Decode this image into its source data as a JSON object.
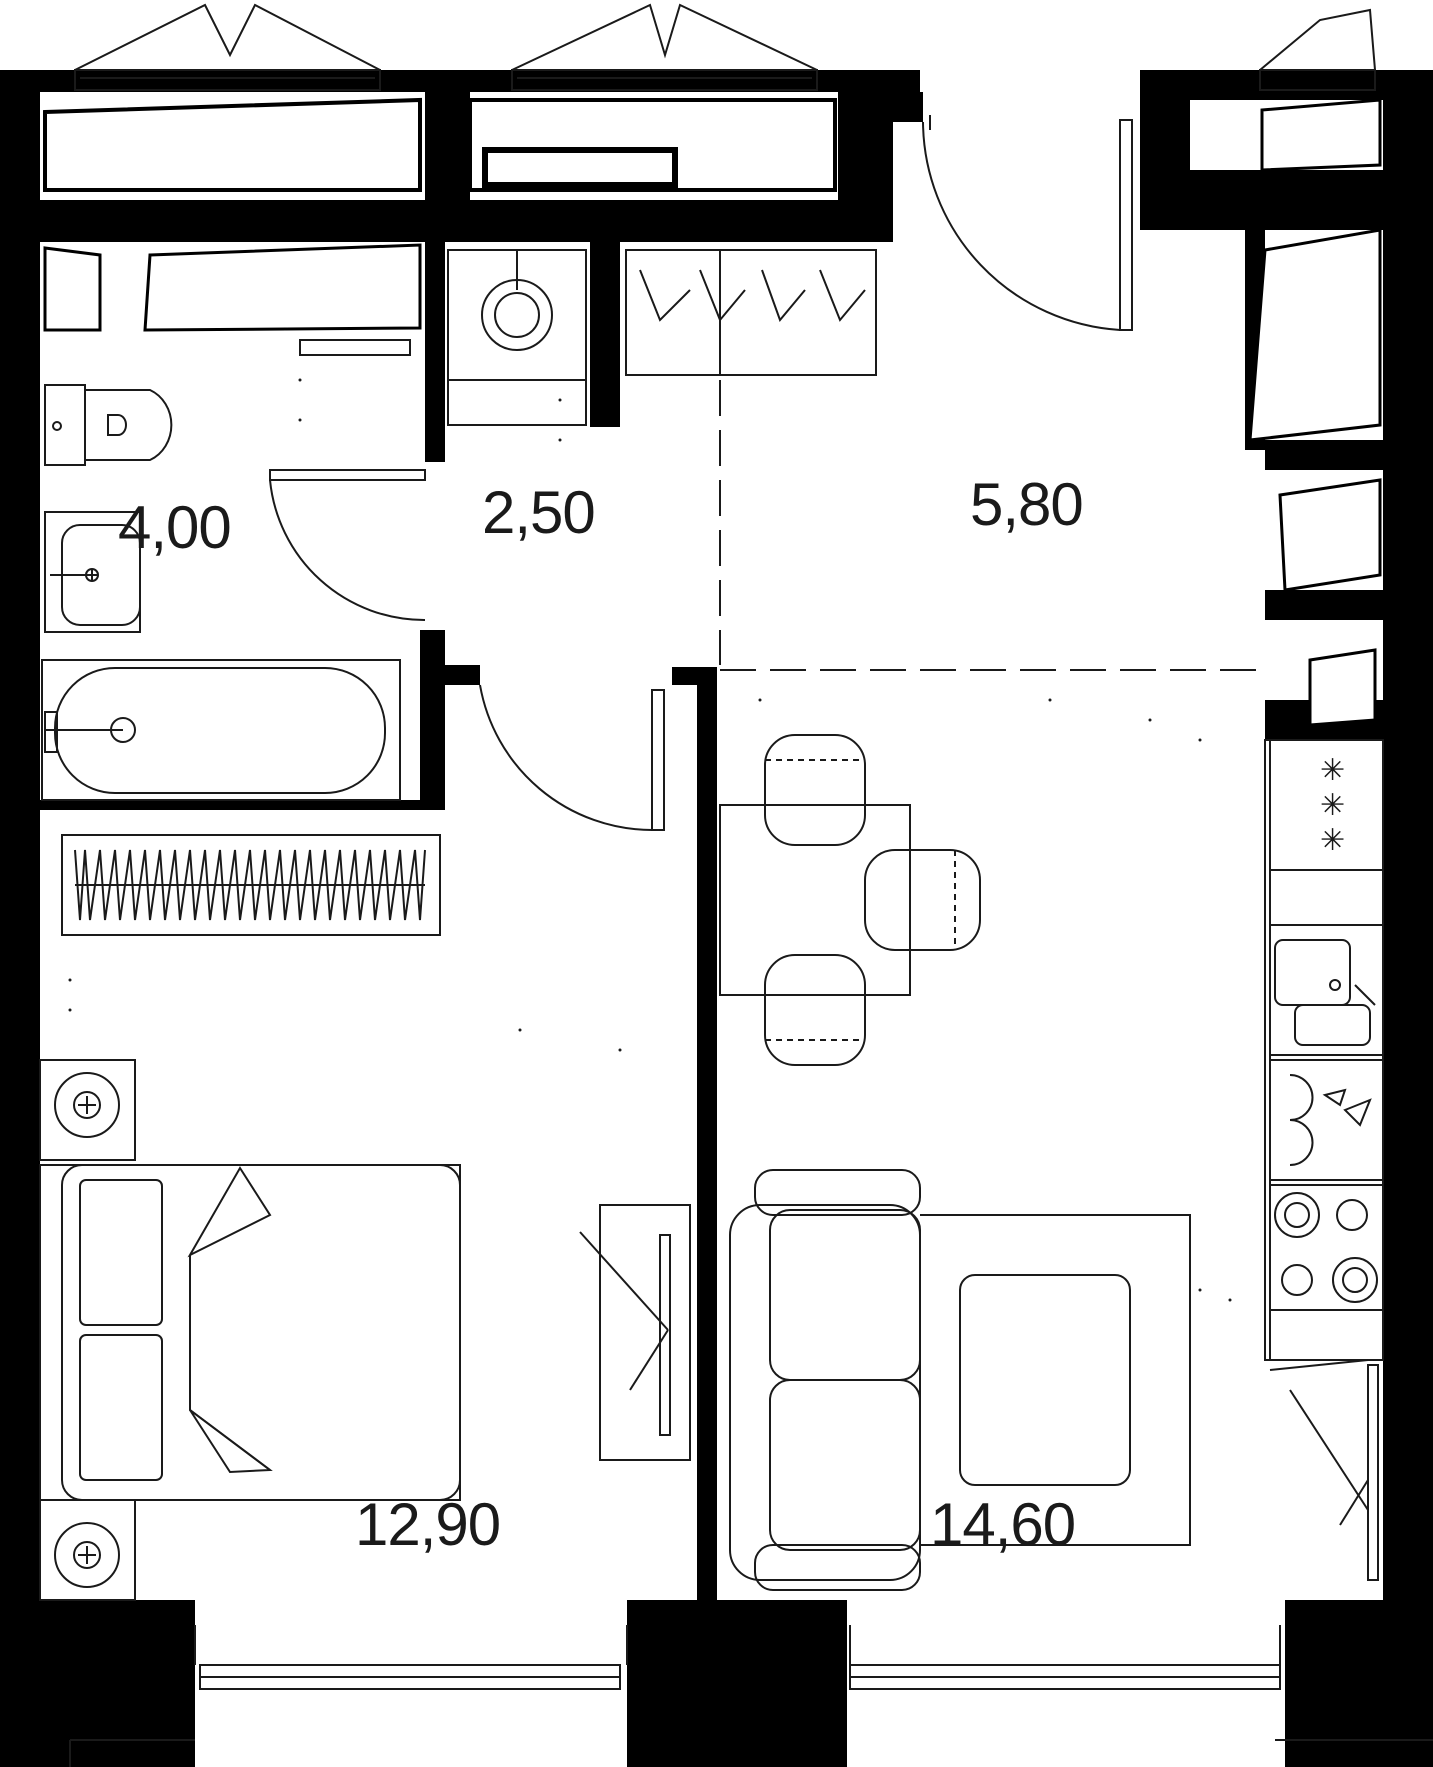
{
  "floor_plan": {
    "colors": {
      "wall": "#000000",
      "line": "#1a1a1a",
      "background": "#ffffff"
    },
    "rooms": [
      {
        "id": "bathroom",
        "area_label": "4,00"
      },
      {
        "id": "hallway",
        "area_label": "2,50"
      },
      {
        "id": "entrance",
        "area_label": "5,80"
      },
      {
        "id": "bedroom",
        "area_label": "12,90"
      },
      {
        "id": "living-kitchen",
        "area_label": "14,60"
      }
    ],
    "icons": [
      "toilet-icon",
      "sink-icon",
      "bathtub-icon",
      "washing-machine-icon",
      "wardrobe-icon",
      "bed-icon",
      "table-icon",
      "chair-icon",
      "sofa-icon",
      "armchair-icon",
      "stove-icon",
      "kitchen-sink-icon",
      "door-icon",
      "window-icon"
    ]
  }
}
